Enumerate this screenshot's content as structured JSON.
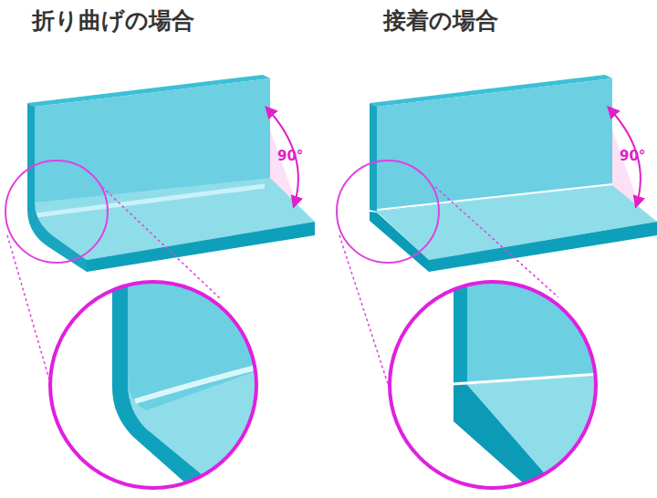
{
  "diagram": {
    "labels": [
      "折り曲げの場合",
      "90°",
      "接着の場合",
      "90°"
    ]
  }
}
